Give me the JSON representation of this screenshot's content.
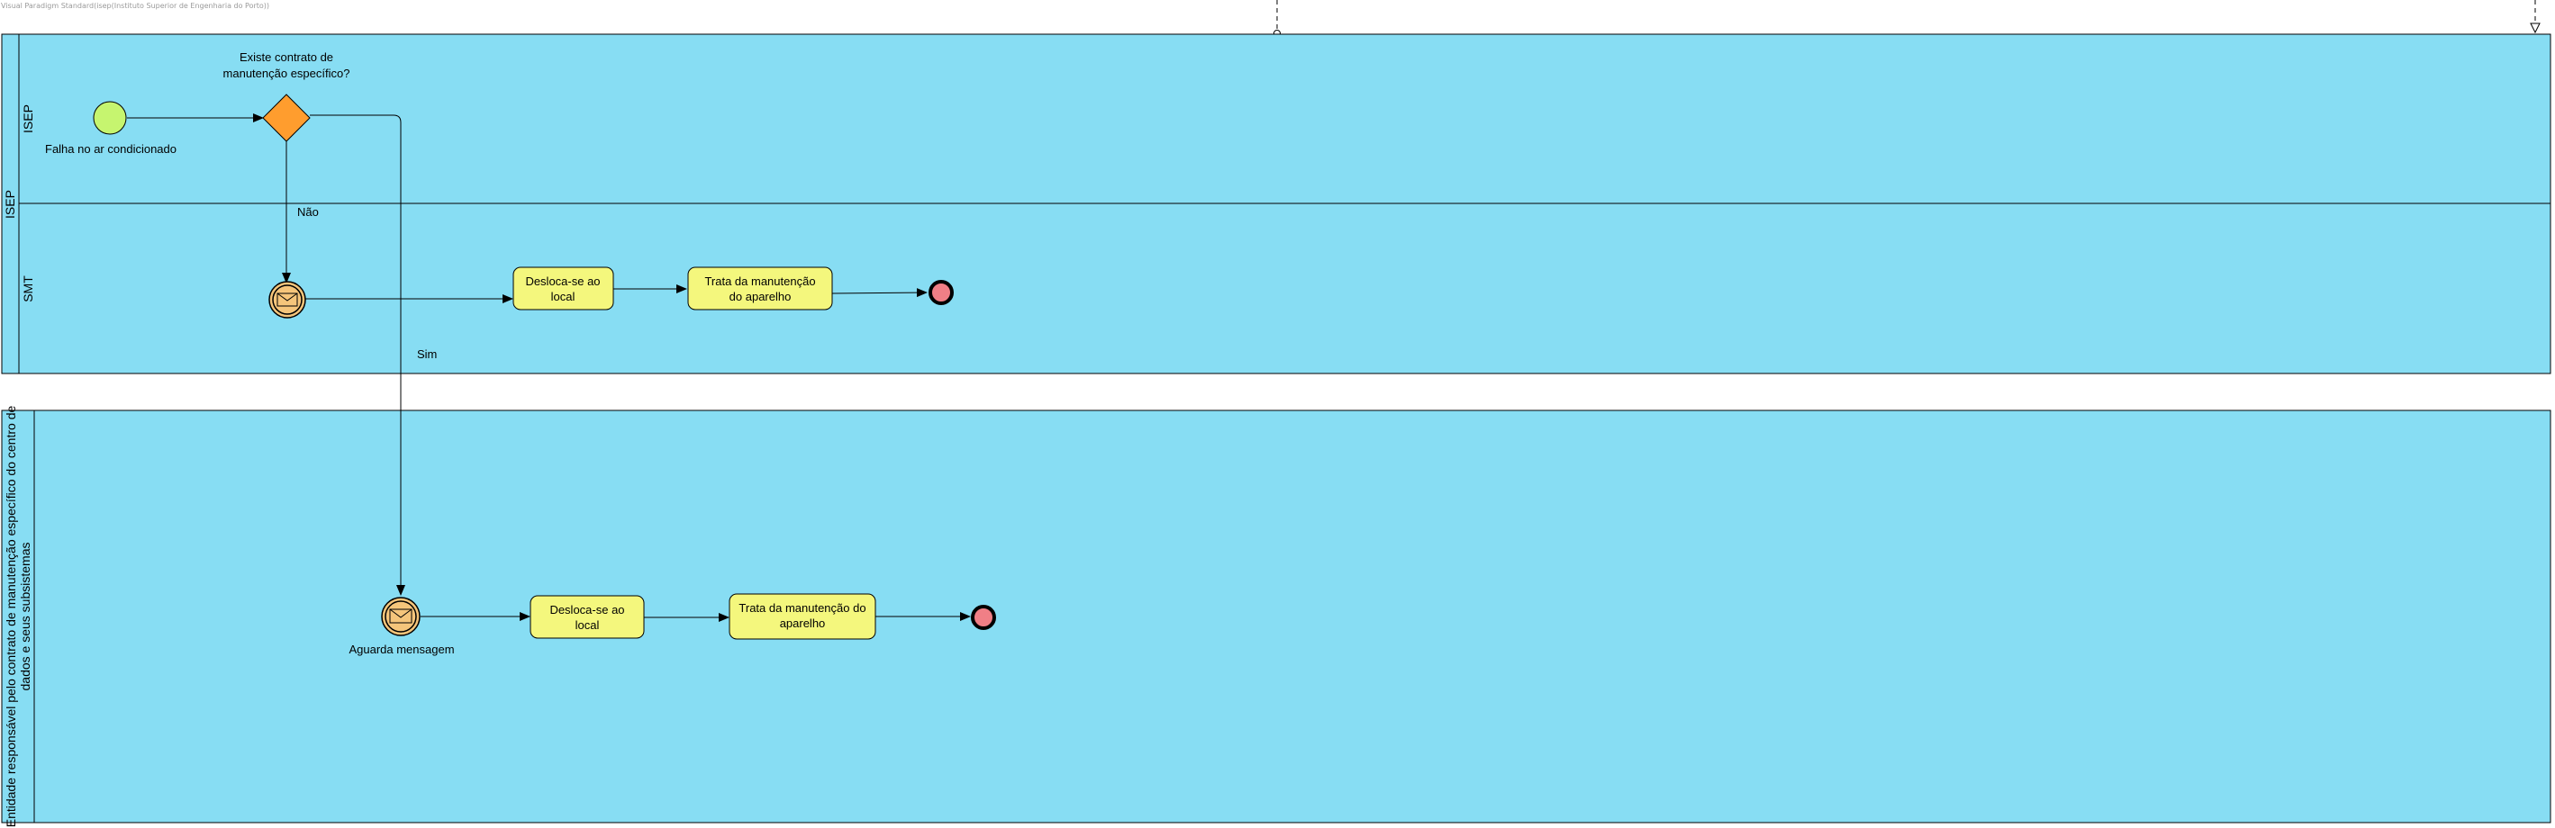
{
  "watermark": "Visual Paradigm Standard(isep(Instituto Superior de Engenharia do Porto))",
  "pools": {
    "isep": {
      "name": "ISEP",
      "lanes": {
        "top": "ISEP",
        "bottom": "SMT"
      }
    },
    "entity": {
      "name_line1": "Entidade responsável pelo contrato de manutenção específico do centro de",
      "name_line2": "dados e seus subsistemas"
    }
  },
  "elements": {
    "start_event_label": "Falha no ar condicionado",
    "gateway_label_line1": "Existe contrato de",
    "gateway_label_line2": "manutenção específico?",
    "flow_no": "Não",
    "flow_yes": "Sim",
    "smt_task1_line1": "Desloca-se ao",
    "smt_task1_line2": "local",
    "smt_task2_line1": "Trata da manutenção",
    "smt_task2_line2": "do aparelho",
    "ent_message_label": "Aguarda mensagem",
    "ent_task1_line1": "Desloca-se ao",
    "ent_task1_line2": "local",
    "ent_task2_line1": "Trata da manutenção do",
    "ent_task2_line2": "aparelho"
  },
  "colors": {
    "pool_fill": "#87DDF3",
    "start_event": "#C6F56F",
    "gateway": "#FF9D2E",
    "task_fill": "#F4F77D",
    "end_event": "#F07F86",
    "message_event": "#F5C57B"
  }
}
